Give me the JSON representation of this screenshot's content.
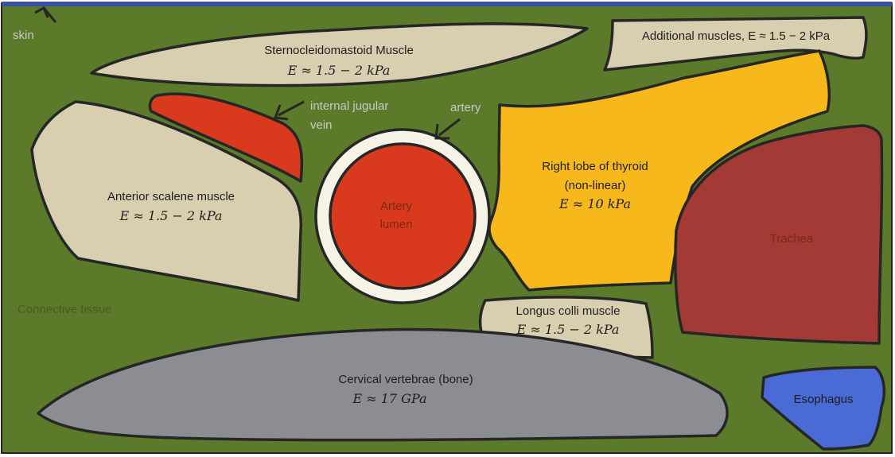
{
  "labels": {
    "skin": "skin",
    "connective_tissue": "Connective tissue",
    "sternocleidomastoid": "Sternocleidomastoid Muscle",
    "sternocleidomastoid_modulus": "E ≈ 1.5 − 2 kPa",
    "additional_muscles": "Additional muscles, E ≈ 1.5 − 2 kPa",
    "internal_jugular_vein_line1": "internal jugular",
    "internal_jugular_vein_line2": "vein",
    "artery": "artery",
    "artery_lumen_line1": "Artery",
    "artery_lumen_line2": "lumen",
    "anterior_scalene": "Anterior scalene muscle",
    "anterior_scalene_modulus": "E ≈ 1.5 − 2 kPa",
    "thyroid_line1": "Right lobe of thyroid",
    "thyroid_line2": "(non-linear)",
    "thyroid_modulus": "E ≈ 10 kPa",
    "trachea": "Trachea",
    "longus_colli": "Longus colli muscle",
    "longus_colli_modulus": "E ≈ 1.5 − 2 kPa",
    "cervical_vertebrae": "Cervical vertebrae  (bone)",
    "cervical_vertebrae_modulus": "E ≈ 17 GPa",
    "esophagus": "Esophagus"
  },
  "colors": {
    "connective_tissue": "#5b7a2a",
    "muscle": "#d8ceb0",
    "vein": "#d93a1e",
    "artery_wall": "#f5f2e6",
    "artery_lumen": "#d93a1e",
    "thyroid": "#f7b81c",
    "trachea": "#a33a35",
    "bone": "#8c8c93",
    "esophagus": "#4a6ad6",
    "outline": "#262626",
    "top_band": "#3b4fa0"
  }
}
